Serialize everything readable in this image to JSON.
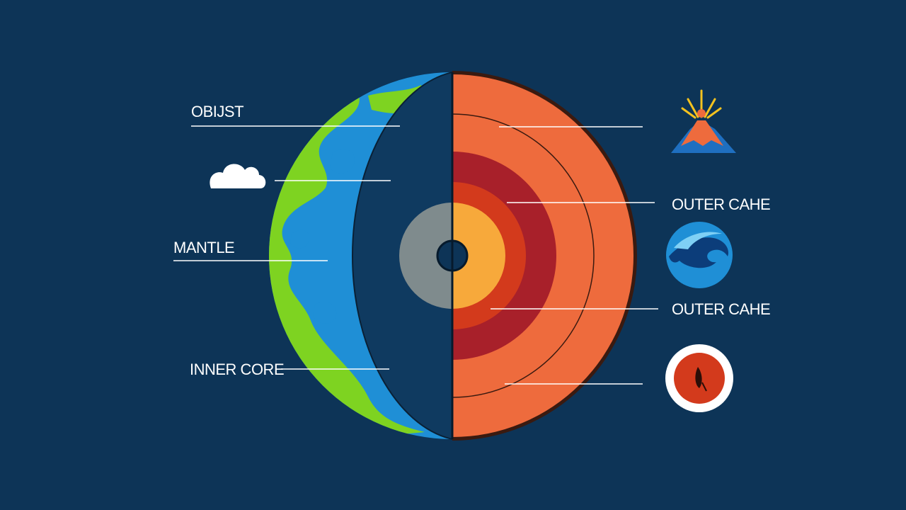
{
  "labels": {
    "left": [
      "OBIJST",
      "MANTLE",
      "INNER CORE"
    ],
    "right": [
      "OUTER CAHE",
      "OUTER CAHE"
    ]
  },
  "icons": {
    "cloud": "cloud-icon",
    "volcano": "volcano-icon",
    "wave": "wave-icon",
    "core": "core-target-icon"
  },
  "colors": {
    "background": "#0d3457",
    "ocean": "#1f8fd6",
    "land": "#7ed321",
    "crust": "#ee6b3d",
    "mantle_dark": "#a8202a",
    "outer_core": "#d33a1c",
    "inner_core": "#f7a93b",
    "grey_ring": "#7f8b8d"
  }
}
